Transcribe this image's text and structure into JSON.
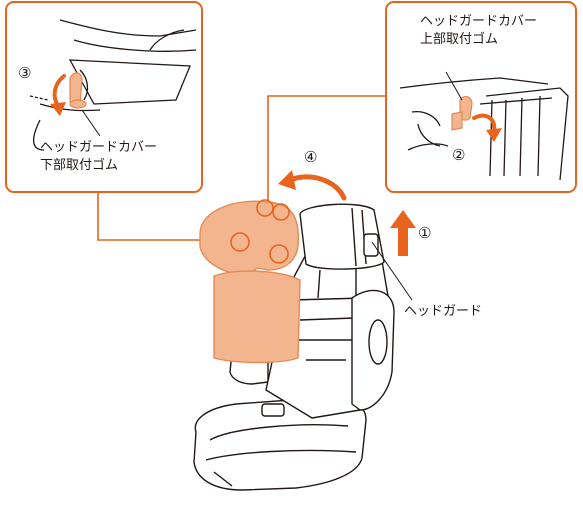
{
  "colors": {
    "accent": "#e8641e",
    "cover_fill": "#f2b58e",
    "cover_edge": "#e58a55",
    "line": "#231815",
    "panel_bg": "#ffffff"
  },
  "labels": {
    "upper_band": "ヘッドガードカバー上部取付ゴム",
    "upper_band_line1": "ヘッドガードカバー",
    "upper_band_line2": "上部取付ゴム",
    "lower_band": "ヘッドガードカバー下部取付ゴム",
    "lower_band_line1": "ヘッドガードカバー",
    "lower_band_line2": "下部取付ゴム",
    "head_guard": "ヘッドガード"
  },
  "steps": {
    "step1": "①",
    "step2": "②",
    "step3": "③",
    "step4": "④"
  },
  "icons": {
    "lift_arrow": "up-arrow-icon",
    "pull_arrow": "curved-arrow-icon",
    "remove_arrow": "curved-arrow-icon"
  }
}
